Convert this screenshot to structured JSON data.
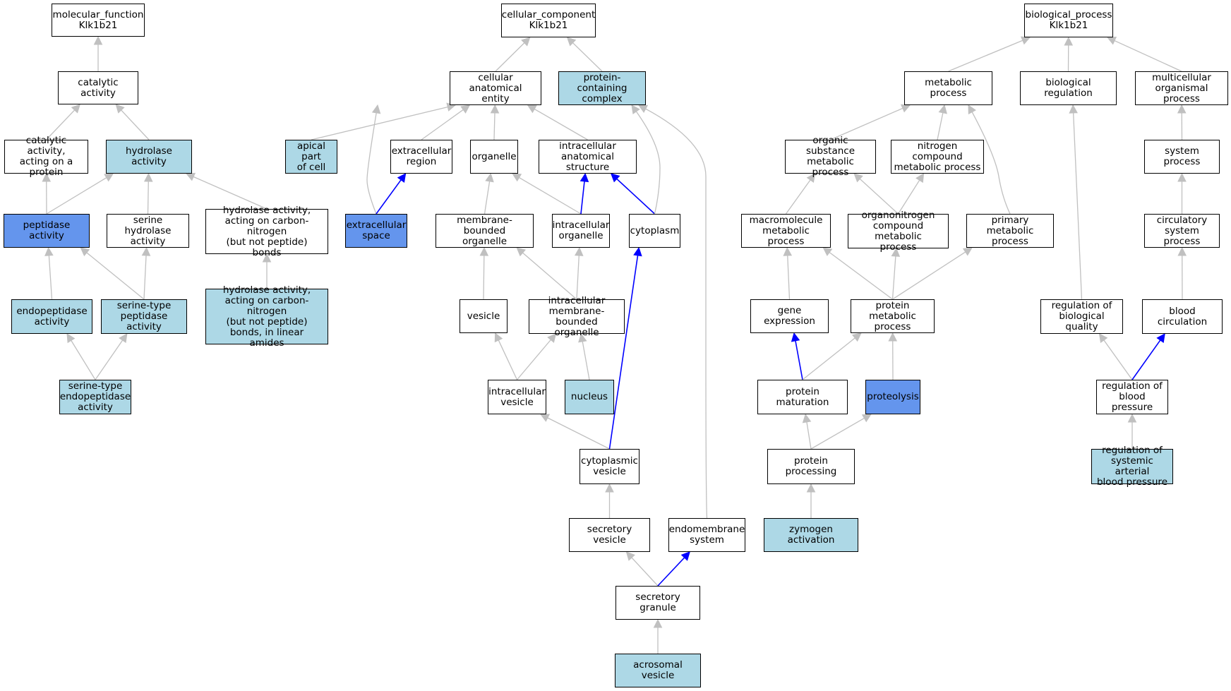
{
  "colors": {
    "plain": "#ffffff",
    "light": "#add8e6",
    "dark": "#6495ed",
    "edge_default": "#c0c0c0",
    "edge_highlight": "#0000ff"
  },
  "nodes": [
    {
      "id": "mf",
      "label": "molecular_function\nKlk1b21",
      "fill": "plain"
    },
    {
      "id": "cat",
      "label": "catalytic activity",
      "fill": "plain"
    },
    {
      "id": "catprot",
      "label": "catalytic activity,\nacting on a\nprotein",
      "fill": "plain"
    },
    {
      "id": "hyd",
      "label": "hydrolase activity",
      "fill": "light"
    },
    {
      "id": "pep",
      "label": "peptidase activity",
      "fill": "dark"
    },
    {
      "id": "serhyd",
      "label": "serine hydrolase\nactivity",
      "fill": "plain"
    },
    {
      "id": "hydcn",
      "label": "hydrolase activity,\nacting on carbon-nitrogen\n(but not peptide)\nbonds",
      "fill": "plain"
    },
    {
      "id": "endo",
      "label": "endopeptidase\nactivity",
      "fill": "light"
    },
    {
      "id": "serpep",
      "label": "serine-type\npeptidase activity",
      "fill": "light"
    },
    {
      "id": "hydcnlin",
      "label": "hydrolase activity,\nacting on carbon-nitrogen\n(but not peptide)\nbonds, in linear\namides",
      "fill": "light"
    },
    {
      "id": "serendo",
      "label": "serine-type\nendopeptidase\nactivity",
      "fill": "light"
    },
    {
      "id": "cc",
      "label": "cellular_component\nKlk1b21",
      "fill": "plain"
    },
    {
      "id": "cae",
      "label": "cellular anatomical\nentity",
      "fill": "plain"
    },
    {
      "id": "pcc",
      "label": "protein-containing\ncomplex",
      "fill": "light"
    },
    {
      "id": "apical",
      "label": "apical part\nof cell",
      "fill": "light"
    },
    {
      "id": "exreg",
      "label": "extracellular\nregion",
      "fill": "plain"
    },
    {
      "id": "organelle",
      "label": "organelle",
      "fill": "plain"
    },
    {
      "id": "ias",
      "label": "intracellular\nanatomical structure",
      "fill": "plain"
    },
    {
      "id": "exspace",
      "label": "extracellular\nspace",
      "fill": "dark"
    },
    {
      "id": "mbo",
      "label": "membrane-bounded\norganelle",
      "fill": "plain"
    },
    {
      "id": "io",
      "label": "intracellular\norganelle",
      "fill": "plain"
    },
    {
      "id": "cyto",
      "label": "cytoplasm",
      "fill": "plain"
    },
    {
      "id": "vesicle",
      "label": "vesicle",
      "fill": "plain"
    },
    {
      "id": "imbo",
      "label": "intracellular\nmembrane-bounded\norganelle",
      "fill": "plain"
    },
    {
      "id": "iv",
      "label": "intracellular\nvesicle",
      "fill": "plain"
    },
    {
      "id": "nucleus",
      "label": "nucleus",
      "fill": "light"
    },
    {
      "id": "cv",
      "label": "cytoplasmic\nvesicle",
      "fill": "plain"
    },
    {
      "id": "sv",
      "label": "secretory vesicle",
      "fill": "plain"
    },
    {
      "id": "endomem",
      "label": "endomembrane\nsystem",
      "fill": "plain"
    },
    {
      "id": "sg",
      "label": "secretory granule",
      "fill": "plain"
    },
    {
      "id": "acro",
      "label": "acrosomal vesicle",
      "fill": "light"
    },
    {
      "id": "bp",
      "label": "biological_process\nKlk1b21",
      "fill": "plain"
    },
    {
      "id": "metab",
      "label": "metabolic process",
      "fill": "plain"
    },
    {
      "id": "bioreg",
      "label": "biological regulation",
      "fill": "plain"
    },
    {
      "id": "multi",
      "label": "multicellular\norganismal process",
      "fill": "plain"
    },
    {
      "id": "osmp",
      "label": "organic substance\nmetabolic process",
      "fill": "plain"
    },
    {
      "id": "ncmp",
      "label": "nitrogen compound\nmetabolic process",
      "fill": "plain"
    },
    {
      "id": "sysproc",
      "label": "system process",
      "fill": "plain"
    },
    {
      "id": "macro",
      "label": "macromolecule\nmetabolic process",
      "fill": "plain"
    },
    {
      "id": "organon",
      "label": "organonitrogen\ncompound metabolic\nprocess",
      "fill": "plain"
    },
    {
      "id": "primary",
      "label": "primary metabolic\nprocess",
      "fill": "plain"
    },
    {
      "id": "circsys",
      "label": "circulatory\nsystem process",
      "fill": "plain"
    },
    {
      "id": "gene",
      "label": "gene expression",
      "fill": "plain"
    },
    {
      "id": "protmetab",
      "label": "protein metabolic\nprocess",
      "fill": "plain"
    },
    {
      "id": "regbq",
      "label": "regulation of\nbiological quality",
      "fill": "plain"
    },
    {
      "id": "bloodcirc",
      "label": "blood circulation",
      "fill": "plain"
    },
    {
      "id": "protmat",
      "label": "protein maturation",
      "fill": "plain"
    },
    {
      "id": "proteolysis",
      "label": "proteolysis",
      "fill": "dark"
    },
    {
      "id": "regbp",
      "label": "regulation of\nblood pressure",
      "fill": "plain"
    },
    {
      "id": "protproc",
      "label": "protein processing",
      "fill": "plain"
    },
    {
      "id": "regsabp",
      "label": "regulation of\nsystemic arterial\nblood pressure",
      "fill": "light"
    },
    {
      "id": "zymogen",
      "label": "zymogen activation",
      "fill": "light"
    }
  ],
  "edges": [
    {
      "from": "cat",
      "to": "mf",
      "highlight": false
    },
    {
      "from": "catprot",
      "to": "cat",
      "highlight": false
    },
    {
      "from": "hyd",
      "to": "cat",
      "highlight": false
    },
    {
      "from": "pep",
      "to": "catprot",
      "highlight": false
    },
    {
      "from": "pep",
      "to": "hyd",
      "highlight": false
    },
    {
      "from": "serhyd",
      "to": "hyd",
      "highlight": false
    },
    {
      "from": "hydcn",
      "to": "hyd",
      "highlight": false
    },
    {
      "from": "endo",
      "to": "pep",
      "highlight": false
    },
    {
      "from": "serpep",
      "to": "pep",
      "highlight": false
    },
    {
      "from": "serpep",
      "to": "serhyd",
      "highlight": false
    },
    {
      "from": "hydcnlin",
      "to": "hydcn",
      "highlight": false
    },
    {
      "from": "serendo",
      "to": "endo",
      "highlight": false
    },
    {
      "from": "serendo",
      "to": "serpep",
      "highlight": false
    },
    {
      "from": "cae",
      "to": "cc",
      "highlight": false
    },
    {
      "from": "pcc",
      "to": "cc",
      "highlight": false
    },
    {
      "from": "apical",
      "to": "cae",
      "highlight": false
    },
    {
      "from": "exreg",
      "to": "cae",
      "highlight": false
    },
    {
      "from": "organelle",
      "to": "cae",
      "highlight": false
    },
    {
      "from": "ias",
      "to": "cae",
      "highlight": false
    },
    {
      "from": "exspace",
      "to": "cae",
      "highlight": false,
      "curve": true
    },
    {
      "from": "exspace",
      "to": "exreg",
      "highlight": true
    },
    {
      "from": "mbo",
      "to": "organelle",
      "highlight": false
    },
    {
      "from": "io",
      "to": "organelle",
      "highlight": false
    },
    {
      "from": "io",
      "to": "ias",
      "highlight": true
    },
    {
      "from": "cyto",
      "to": "ias",
      "highlight": true
    },
    {
      "from": "cyto",
      "to": "cae",
      "highlight": false,
      "curve": true
    },
    {
      "from": "vesicle",
      "to": "mbo",
      "highlight": false
    },
    {
      "from": "imbo",
      "to": "mbo",
      "highlight": false
    },
    {
      "from": "imbo",
      "to": "io",
      "highlight": false
    },
    {
      "from": "iv",
      "to": "vesicle",
      "highlight": false
    },
    {
      "from": "iv",
      "to": "imbo",
      "highlight": false
    },
    {
      "from": "nucleus",
      "to": "imbo",
      "highlight": false
    },
    {
      "from": "cv",
      "to": "iv",
      "highlight": false
    },
    {
      "from": "cv",
      "to": "cyto",
      "highlight": true
    },
    {
      "from": "sv",
      "to": "cv",
      "highlight": false
    },
    {
      "from": "endomem",
      "to": "cae",
      "highlight": false,
      "curve": true
    },
    {
      "from": "sg",
      "to": "sv",
      "highlight": false
    },
    {
      "from": "sg",
      "to": "endomem",
      "highlight": true
    },
    {
      "from": "acro",
      "to": "sg",
      "highlight": false
    },
    {
      "from": "metab",
      "to": "bp",
      "highlight": false
    },
    {
      "from": "bioreg",
      "to": "bp",
      "highlight": false
    },
    {
      "from": "multi",
      "to": "bp",
      "highlight": false
    },
    {
      "from": "osmp",
      "to": "metab",
      "highlight": false
    },
    {
      "from": "ncmp",
      "to": "metab",
      "highlight": false
    },
    {
      "from": "primary",
      "to": "metab",
      "highlight": false,
      "curve": true
    },
    {
      "from": "sysproc",
      "to": "multi",
      "highlight": false
    },
    {
      "from": "macro",
      "to": "osmp",
      "highlight": false
    },
    {
      "from": "organon",
      "to": "osmp",
      "highlight": false
    },
    {
      "from": "organon",
      "to": "ncmp",
      "highlight": false
    },
    {
      "from": "circsys",
      "to": "sysproc",
      "highlight": false
    },
    {
      "from": "gene",
      "to": "macro",
      "highlight": false
    },
    {
      "from": "protmetab",
      "to": "macro",
      "highlight": false
    },
    {
      "from": "protmetab",
      "to": "organon",
      "highlight": false
    },
    {
      "from": "protmetab",
      "to": "primary",
      "highlight": false
    },
    {
      "from": "regbq",
      "to": "bioreg",
      "highlight": false
    },
    {
      "from": "bloodcirc",
      "to": "circsys",
      "highlight": false
    },
    {
      "from": "protmat",
      "to": "gene",
      "highlight": true
    },
    {
      "from": "protmat",
      "to": "protmetab",
      "highlight": false
    },
    {
      "from": "proteolysis",
      "to": "protmetab",
      "highlight": false
    },
    {
      "from": "regbp",
      "to": "regbq",
      "highlight": false
    },
    {
      "from": "regbp",
      "to": "bloodcirc",
      "highlight": true
    },
    {
      "from": "protproc",
      "to": "protmat",
      "highlight": false
    },
    {
      "from": "protproc",
      "to": "proteolysis",
      "highlight": false
    },
    {
      "from": "regsabp",
      "to": "regbp",
      "highlight": false
    },
    {
      "from": "zymogen",
      "to": "protproc",
      "highlight": false
    }
  ]
}
